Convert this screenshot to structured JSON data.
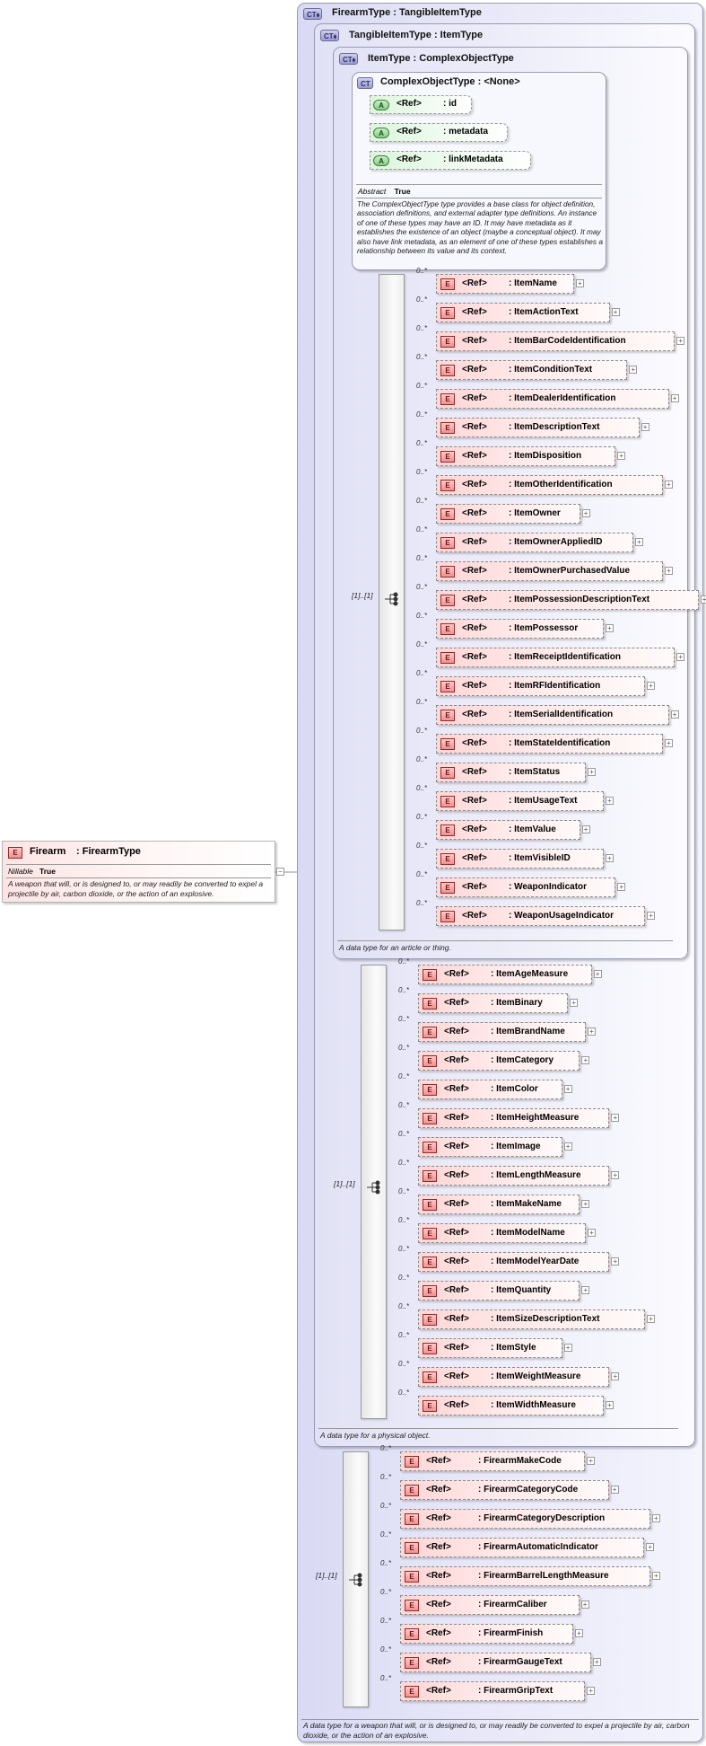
{
  "root": {
    "badge": "E",
    "name": "Firearm",
    "type": ": FirearmType",
    "nillable_label": "Nillable",
    "nillable_value": "True",
    "doc": "A weapon that will, or is designed to, or may readily be converted to expel a projectile by air, carbon dioxide, or the action of an explosive."
  },
  "ct_badge": "CT",
  "ref_label": "<Ref>",
  "el_badge": "E",
  "attr_badge": "A",
  "cardinality": "0..*",
  "firearm_type": {
    "title": "FirearmType : TangibleItemType",
    "doc": "A data type for a weapon that will, or is designed to, or may readily be converted to expel a projectile by air, carbon dioxide, or the action of an explosive.",
    "seq_card": "[1]..[1]",
    "elements": [
      ": FirearmMakeCode",
      ": FirearmCategoryCode",
      ": FirearmCategoryDescription",
      ": FirearmAutomaticIndicator",
      ": FirearmBarrelLengthMeasure",
      ": FirearmCaliber",
      ": FirearmFinish",
      ": FirearmGaugeText",
      ": FirearmGripText"
    ]
  },
  "tangible_item_type": {
    "title": "TangibleItemType : ItemType",
    "doc": "A data type for a physical object.",
    "seq_card": "[1]..[1]",
    "elements": [
      ": ItemAgeMeasure",
      ": ItemBinary",
      ": ItemBrandName",
      ": ItemCategory",
      ": ItemColor",
      ": ItemHeightMeasure",
      ": ItemImage",
      ": ItemLengthMeasure",
      ": ItemMakeName",
      ": ItemModelName",
      ": ItemModelYearDate",
      ": ItemQuantity",
      ": ItemSizeDescriptionText",
      ": ItemStyle",
      ": ItemWeightMeasure",
      ": ItemWidthMeasure"
    ]
  },
  "item_type": {
    "title": "ItemType : ComplexObjectType",
    "doc": "A data type for an article or thing.",
    "seq_card": "[1]..[1]",
    "elements": [
      ": ItemName",
      ": ItemActionText",
      ": ItemBarCodeIdentification",
      ": ItemConditionText",
      ": ItemDealerIdentification",
      ": ItemDescriptionText",
      ": ItemDisposition",
      ": ItemOtherIdentification",
      ": ItemOwner",
      ": ItemOwnerAppliedID",
      ": ItemOwnerPurchasedValue",
      ": ItemPossessionDescriptionText",
      ": ItemPossessor",
      ": ItemReceiptIdentification",
      ": ItemRFIdentification",
      ": ItemSerialIdentification",
      ": ItemStateIdentification",
      ": ItemStatus",
      ": ItemUsageText",
      ": ItemValue",
      ": ItemVisibleID",
      ": WeaponIndicator",
      ": WeaponUsageIndicator"
    ]
  },
  "complex_object_type": {
    "title": "ComplexObjectType : <None>",
    "attributes": [
      ": id",
      ": metadata",
      ": linkMetadata"
    ],
    "abstract_label": "Abstract",
    "abstract_value": "True",
    "doc": "The ComplexObjectType type provides a base class for object definition, association definitions, and external adapter type definitions. An instance of one of these types may have an ID. It may have metadata as it establishes the existence of an object (maybe a conceptual object). It may also have link metadata, as an element of one of these types establishes a relationship between its value and its context."
  }
}
